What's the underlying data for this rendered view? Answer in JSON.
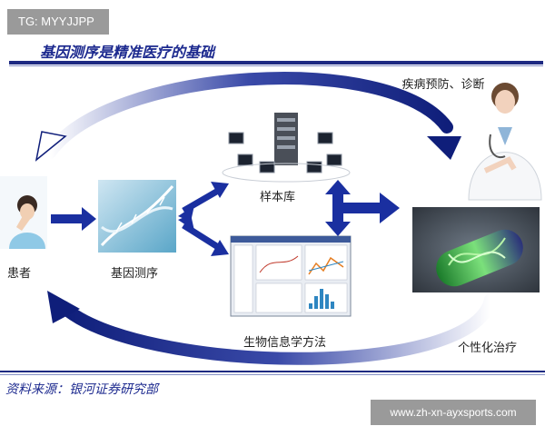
{
  "watermark_top": "TG: MYYJJPP",
  "title": "基因测序是精准医疗的基础",
  "source": "资料来源：银河证券研究部",
  "watermark_bottom": "www.zh-xn-ayxsports.com",
  "nodes": {
    "patient": "患者",
    "sequencing": "基因测序",
    "sample_bank": "样本库",
    "bioinformatics": "生物信息学方法",
    "personalized_treatment": "个性化治疗",
    "doctor": "疾病预防、诊断"
  },
  "colors": {
    "arrow_dark": "#0f1e7a",
    "arrow_light": "#ffffff",
    "title_blue": "#1d2a8f"
  }
}
